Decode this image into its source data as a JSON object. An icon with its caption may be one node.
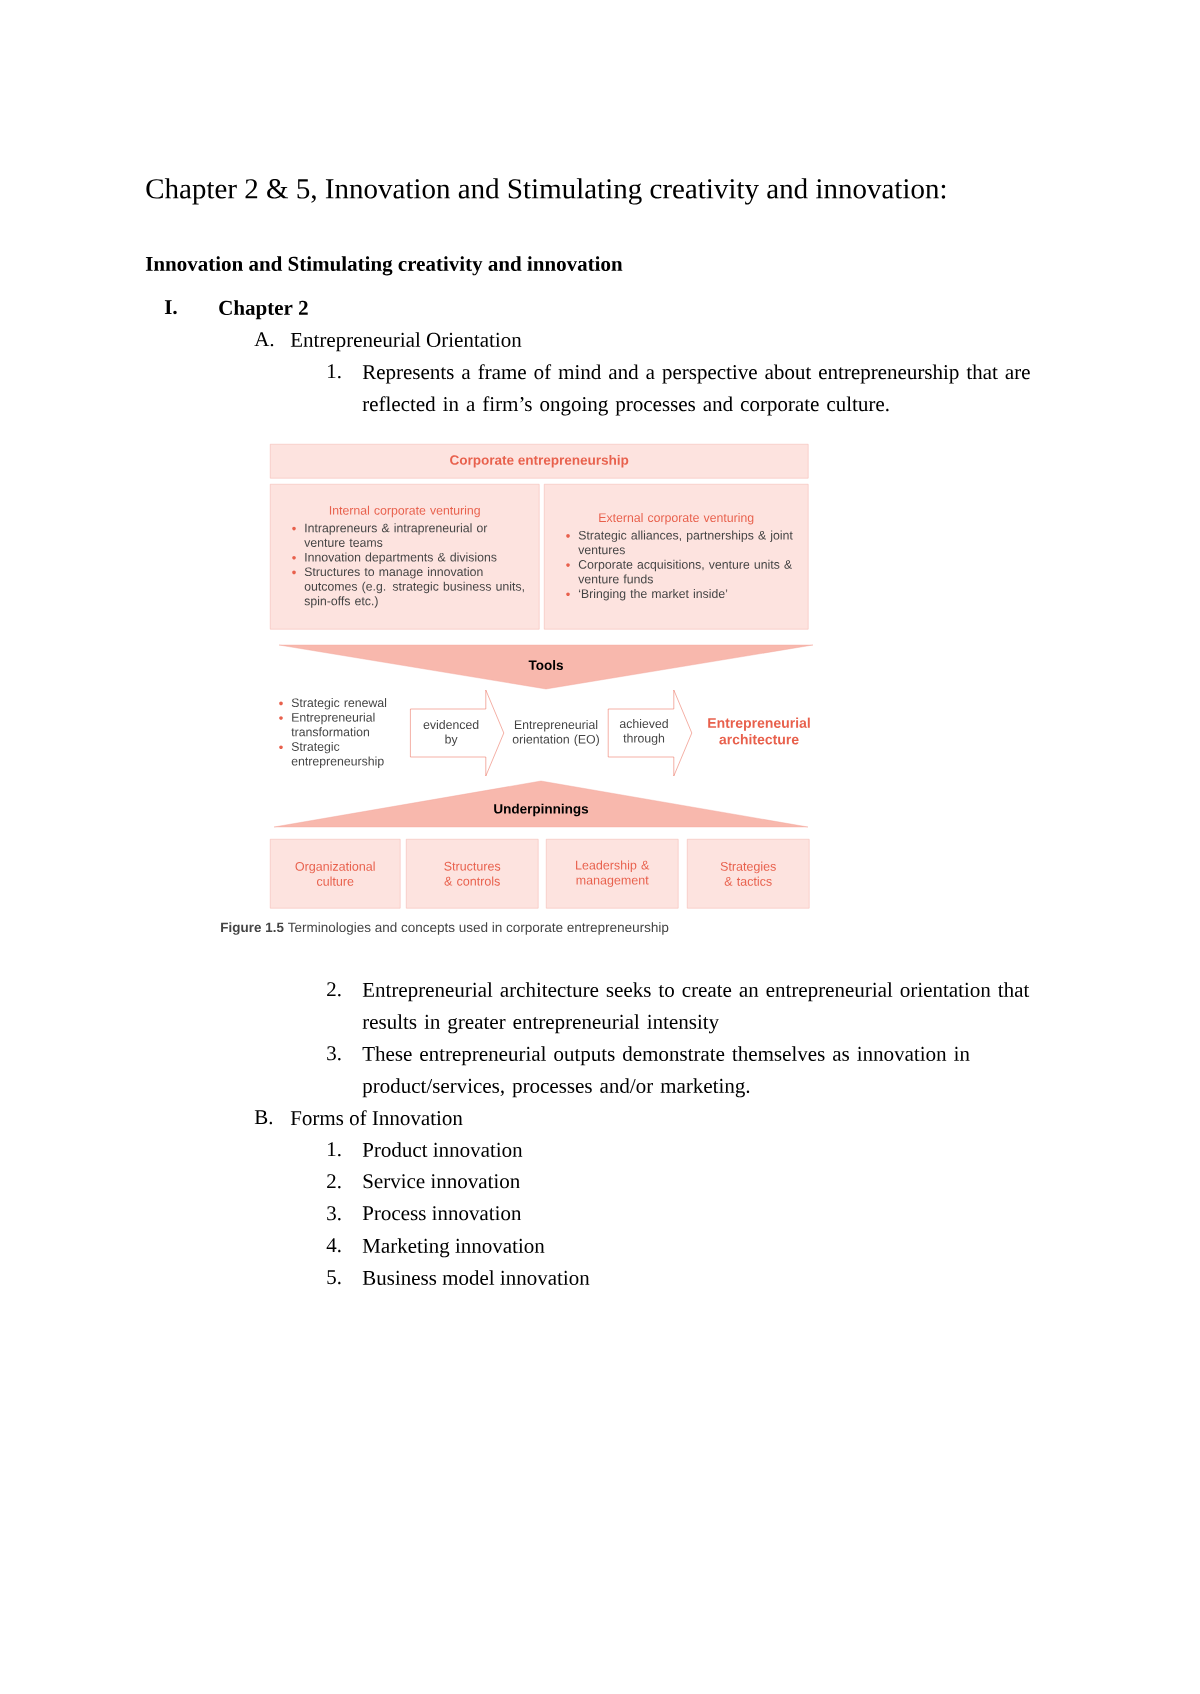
{
  "diagram": {
    "title": "Chapter 2 & 5, Innovation and Stimulating creativity and innovation:",
    "nodes": [
      {
        "text": [
          "Corporate entrepreneurship"
        ]
      },
      {
        "text": [
          "Internal corporate venturing",
          "Intrapreneurs & intrapreneurial or venture teams",
          "Innovation departments & divisions",
          "Structures to manage innovation outcomes (e.g. strategic business units, spin-offs etc.)"
        ]
      },
      {
        "text": [
          "External corporate venturing",
          "Strategic alliances, partnerships & joint ventures",
          "Corporate acquisitions, venture units & venture funds",
          "‘Bringing the market inside’"
        ]
      },
      {
        "text": [
          "Tools"
        ]
      },
      {
        "text": [
          "Strategic renewal",
          "Entrepreneurial transformation",
          "Strategic entrepreneurship"
        ]
      },
      {
        "text": [
          "Entrepreneurial orientation (EO)"
        ]
      },
      {
        "text": [
          "Entrepreneurial architecture"
        ]
      },
      {
        "text": [
          "Underpinnings"
        ]
      },
      {
        "text": [
          "Organizational culture"
        ]
      },
      {
        "text": [
          "Structures & controls"
        ]
      },
      {
        "text": [
          "Leadership & management"
        ]
      },
      {
        "text": [
          "Strategies & tactics"
        ]
      }
    ],
    "edges": [
      {
        "from": 4,
        "to": 5,
        "arrow": "to",
        "label": "evidenced by"
      },
      {
        "from": 5,
        "to": 6,
        "arrow": "to",
        "label": "achieved through"
      }
    ],
    "caption": "**Figure 1.5** Terminologies and concepts used in corporate entrepreneurship",
    "labels": [
      "Innovation and Stimulating creativity and innovation",
      "I.",
      "Chapter 2",
      "A.",
      "Entrepreneurial Orientation",
      "1.",
      "Represents a frame of mind and a perspective about entrepreneurship that are reflected in a firm’s ongoing processes and corporate culture.",
      "2.",
      "Entrepreneurial architecture seeks to create an entrepreneurial orientation that results in greater entrepreneurial intensity",
      "3.",
      "These entrepreneurial outputs demonstrate themselves as innovation in product/services, processes and/or marketing.",
      "B.",
      "Forms of Innovation",
      "1.",
      "Product innovation",
      "2.",
      "Service innovation",
      "3.",
      "Process innovation",
      "4.",
      "Marketing innovation",
      "5.",
      "Business model innovation"
    ]
  }
}
